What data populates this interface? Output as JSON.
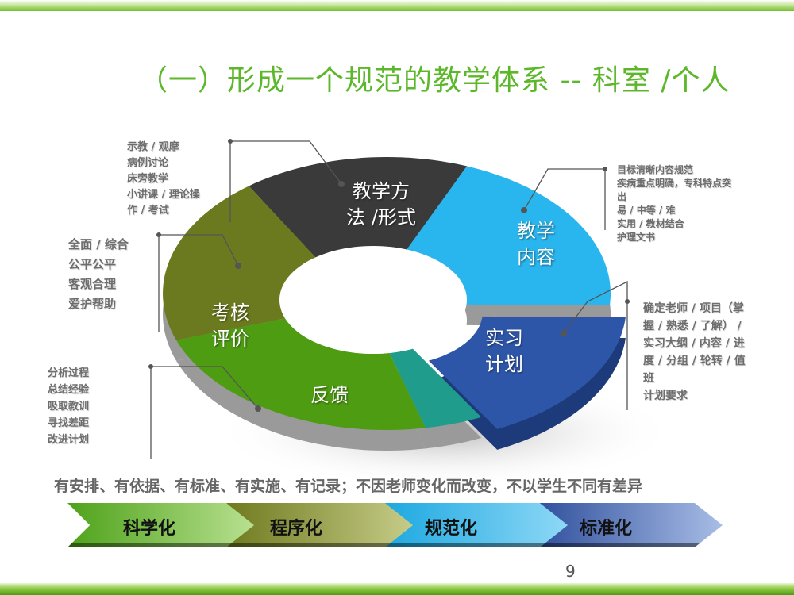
{
  "slide": {
    "title": "（一）形成一个规范的教学体系 -- 科室 /个人",
    "page_number": "9",
    "summary": "有安排、有依据、有标准、有实施、有记录；不因老师变化而改变，不以学生不同有差异"
  },
  "donut": {
    "segments": [
      {
        "id": "teaching-method",
        "label_line1": "教学方",
        "label_line2": "法 /形式",
        "color": "#3a3a3a"
      },
      {
        "id": "teaching-content",
        "label_line1": "教学",
        "label_line2": "内容",
        "color": "#29b6ee"
      },
      {
        "id": "internship-plan",
        "label_line1": "实习",
        "label_line2": "计划",
        "color": "#2d56a8"
      },
      {
        "id": "teal",
        "label_line1": "",
        "label_line2": "",
        "color": "#1f9c8c"
      },
      {
        "id": "feedback",
        "label_line1": "反馈",
        "label_line2": "",
        "color": "#4e9c12"
      },
      {
        "id": "assessment",
        "label_line1": "考核",
        "label_line2": "评价",
        "color": "#6b7a1e"
      }
    ]
  },
  "notes": {
    "method": "示教 / 观摩\n病例讨论\n床旁教学\n小讲课 / 理论操\n作 / 考试",
    "assessment": "全面 / 综合\n公平公平\n客观合理\n爱护帮助",
    "feedback": "分析过程\n总结经验\n吸取教训\n寻找差距\n改进计划",
    "content": "目标清晰内容规范\n疾病重点明确，专科特点突\n出\n易 / 中等 / 难\n实用 / 教材结合\n护理文书",
    "plan": "确定老师 / 项目（掌\n握 / 熟悉 / 了解） /\n实习大纲 / 内容 / 进\n度 / 分组 / 轮转 / 值\n班\n计划要求"
  },
  "process": [
    {
      "label": "科学化",
      "color_from": "#4ea21a",
      "color_to": "#b8e090"
    },
    {
      "label": "程序化",
      "color_from": "#6f7a1e",
      "color_to": "#c6cc88"
    },
    {
      "label": "规范化",
      "color_from": "#1aa7e0",
      "color_to": "#8ed8f6"
    },
    {
      "label": "标准化",
      "color_from": "#2f4f9c",
      "color_to": "#a8bde6"
    }
  ]
}
